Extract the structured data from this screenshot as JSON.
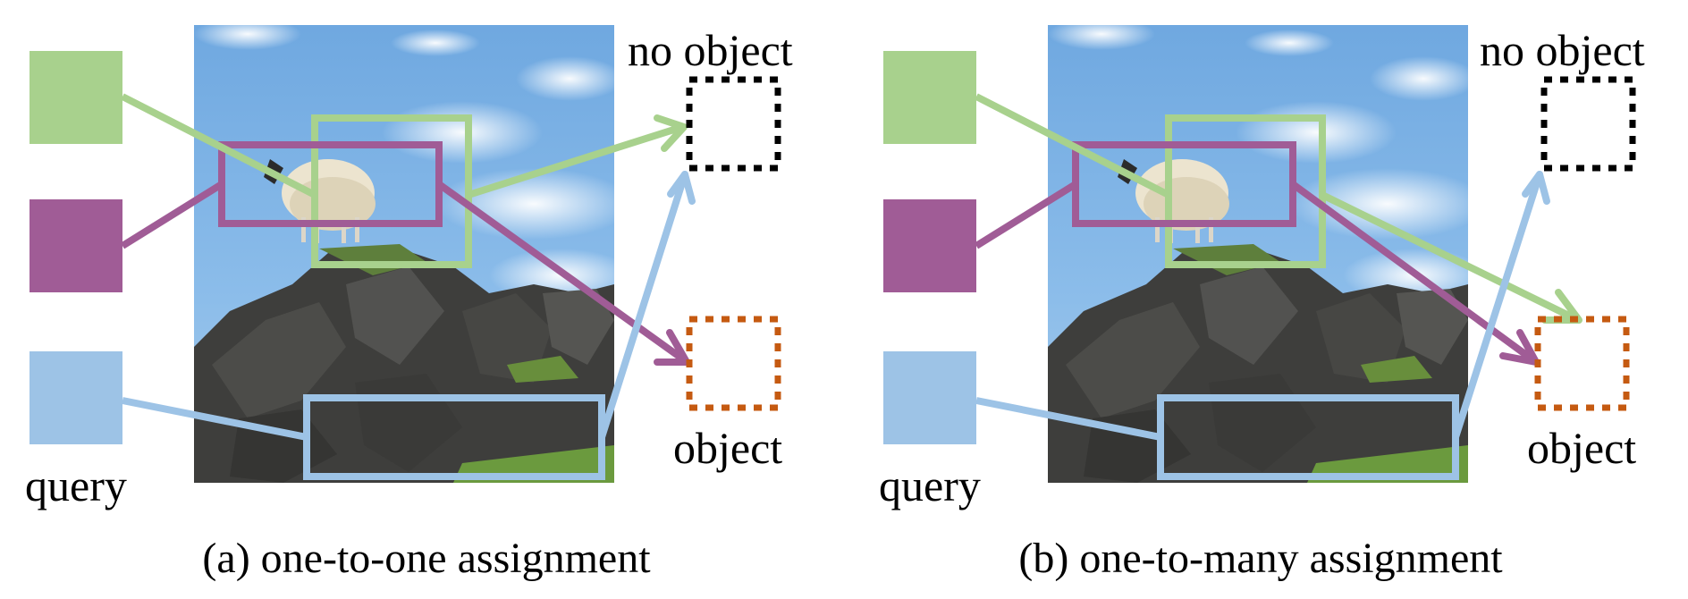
{
  "figure": {
    "panels": [
      {
        "id": "a",
        "caption": "(a) one-to-one assignment",
        "query_label": "query",
        "no_object_label": "no object",
        "object_label": "object",
        "queries": [
          {
            "name": "green-query",
            "color": "#a8d18d",
            "target": "no-object"
          },
          {
            "name": "purple-query",
            "color": "#a05c96",
            "target": "object"
          },
          {
            "name": "blue-query",
            "color": "#9dc3e6",
            "target": "no-object"
          }
        ]
      },
      {
        "id": "b",
        "caption": "(b) one-to-many assignment",
        "query_label": "query",
        "no_object_label": "no object",
        "object_label": "object",
        "queries": [
          {
            "name": "green-query",
            "color": "#a8d18d",
            "target": "object"
          },
          {
            "name": "purple-query",
            "color": "#a05c96",
            "target": "object"
          },
          {
            "name": "blue-query",
            "color": "#9dc3e6",
            "target": "no-object"
          }
        ]
      }
    ],
    "colors": {
      "green": "#a8d18d",
      "purple": "#a05c96",
      "blue": "#9dc3e6",
      "no_object_box": "#000000",
      "object_box": "#c55a11",
      "sky": "#7ab3e6"
    }
  }
}
